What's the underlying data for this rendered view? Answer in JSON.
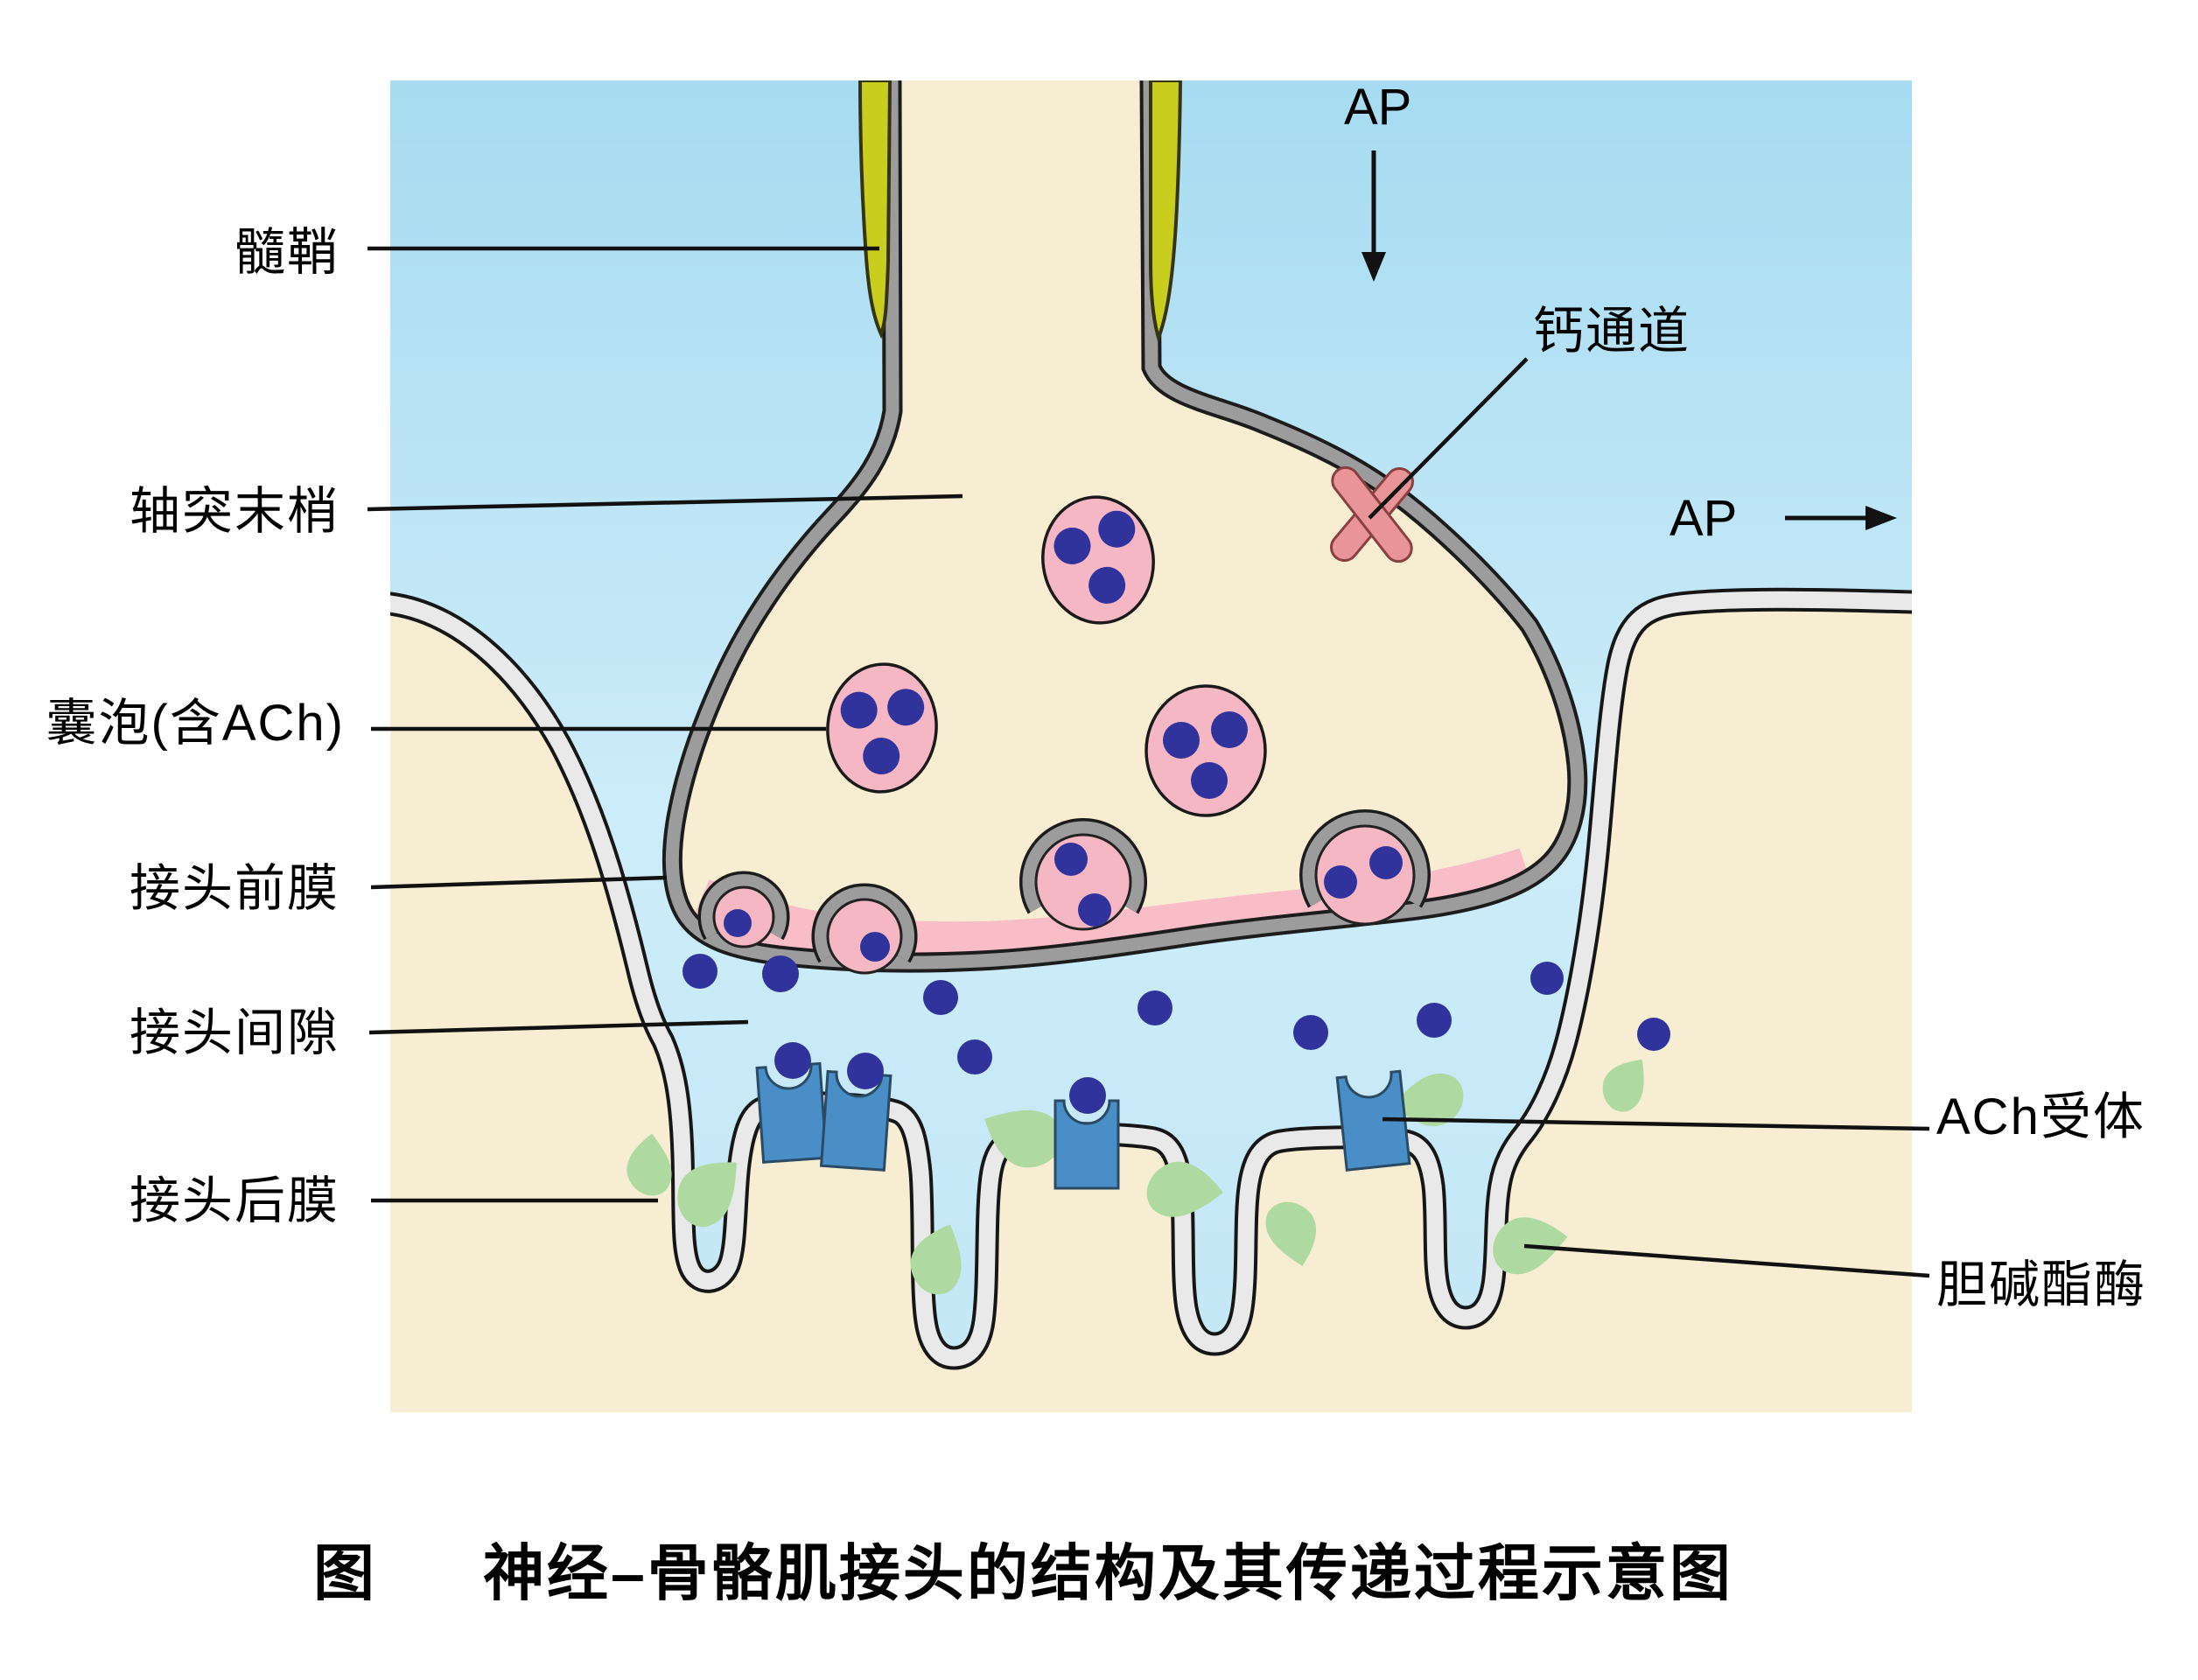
{
  "figure": {
    "type": "biology-diagram",
    "subject": "neuromuscular junction structure and transmission",
    "caption_prefix": "图",
    "caption_text": "神经–骨骼肌接头的结构及其传递过程示意图"
  },
  "labels": {
    "myelin": "髓鞘",
    "axon_terminal": "轴突末梢",
    "vesicle_ach": "囊泡(含ACh)",
    "presynaptic_membrane": "接头前膜",
    "synaptic_cleft": "接头间隙",
    "postsynaptic_membrane": "接头后膜",
    "calcium_channel": "钙通道",
    "ap_top": "AP",
    "ap_right": "AP",
    "ach_receptor": "ACh受体",
    "cholinesterase": "胆碱酯酶"
  },
  "colors": {
    "background_sky": "#a6dbf1",
    "background_sky_light": "#d2edf9",
    "muscle_beige": "#f7edd3",
    "postsynaptic_membrane_gray": "#e9e9e9",
    "axon_membrane_gray": "#9c9c9c",
    "myelin_yellow": "#c9ce1e",
    "vesicle_pink": "#f6b7c5",
    "ach_dot_blue": "#30339c",
    "receptor_blue": "#4a8ec7",
    "cholinesterase_green": "#aed9a0",
    "calcium_channel_salmon": "#e99597",
    "line_black": "#111111"
  },
  "counts": {
    "free_vesicles": 3,
    "docked_vesicles": 4,
    "receptors": 4,
    "ach_dots_in_cleft": 12,
    "cholinesterase_blobs": 9
  }
}
